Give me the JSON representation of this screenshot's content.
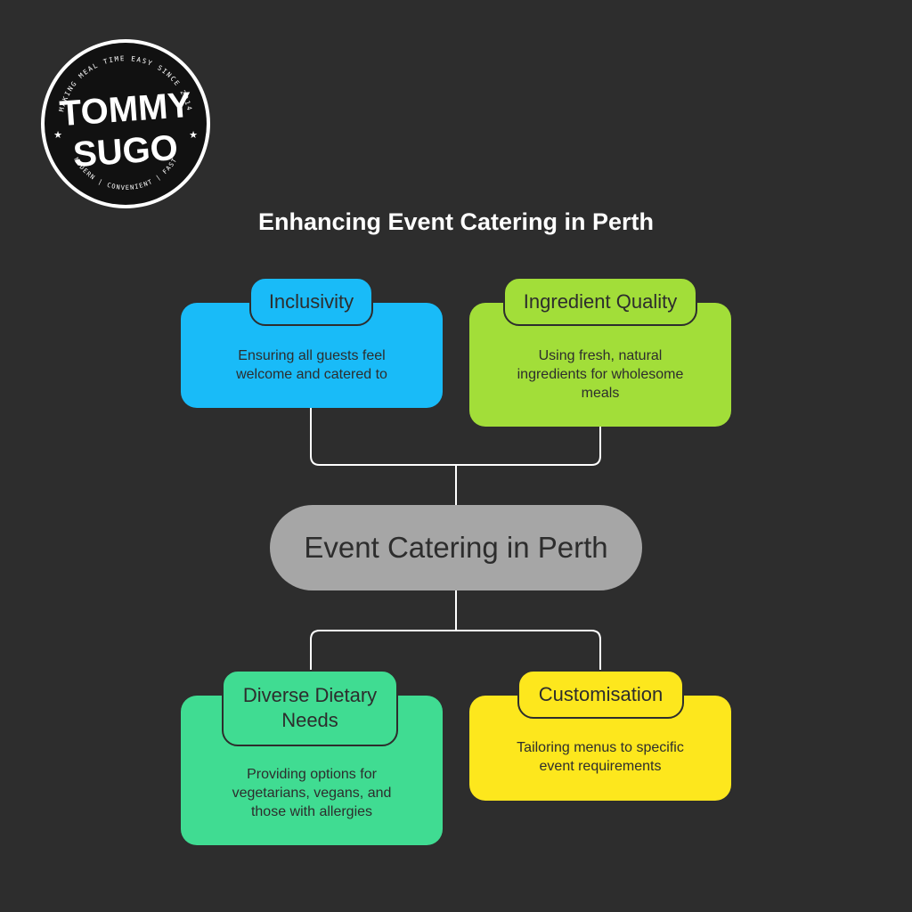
{
  "logo": {
    "arc_top": "MAKING MEAL TIME EASY SINCE 2014",
    "arc_bottom": "MODERN | CONVENIENT | FAST",
    "line1": "TOMMY",
    "line2": "SUGO"
  },
  "title": "Enhancing Event Catering in Perth",
  "center": "Event Catering in Perth",
  "nodes": [
    {
      "label": "Inclusivity",
      "description": [
        "Ensuring all guests feel",
        "welcome and catered to"
      ],
      "color": "#19bbf8"
    },
    {
      "label": "Ingredient Quality",
      "description": [
        "Using fresh, natural",
        "ingredients for wholesome",
        "meals"
      ],
      "color": "#a2de39"
    },
    {
      "label": [
        "Diverse Dietary",
        "Needs"
      ],
      "description": [
        "Providing options for",
        "vegetarians, vegans, and",
        "those with allergies"
      ],
      "color": "#40dc92"
    },
    {
      "label": "Customisation",
      "description": [
        "Tailoring menus to specific",
        "event requirements"
      ],
      "color": "#fde71d"
    }
  ],
  "colors": {
    "background": "#2d2d2d",
    "center": "#a6a6a6",
    "lines": "#ffffff"
  }
}
